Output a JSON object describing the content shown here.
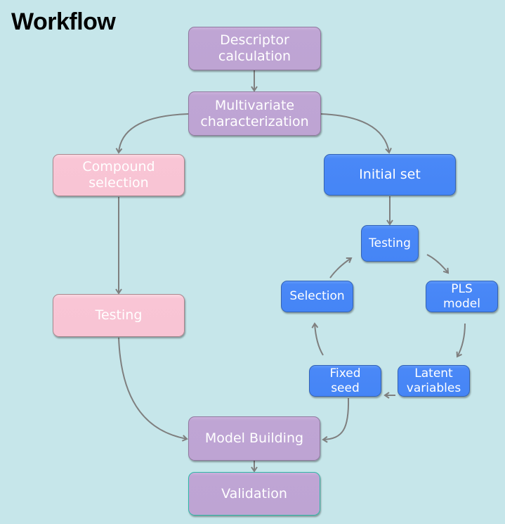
{
  "title": "Workflow",
  "colors": {
    "background": "#c6e6ea",
    "purple_node": "#bea4d3",
    "pink_node": "#f8c4d4",
    "blue_node": "#4585f6",
    "arrow": "#7f7f7f"
  },
  "nodes": {
    "descriptor_calculation": "Descriptor\ncalculation",
    "multivariate_characterization": "Multivariate\ncharacterization",
    "compound_selection": "Compound\nselection",
    "testing_left": "Testing",
    "initial_set": "Initial set",
    "testing_cycle": "Testing",
    "pls_model": "PLS\nmodel",
    "latent_variables": "Latent\nvariables",
    "fixed_seed": "Fixed\nseed",
    "selection": "Selection",
    "model_building": "Model Building",
    "validation": "Validation"
  },
  "edges": [
    {
      "from": "descriptor_calculation",
      "to": "multivariate_characterization"
    },
    {
      "from": "multivariate_characterization",
      "to": "compound_selection"
    },
    {
      "from": "multivariate_characterization",
      "to": "initial_set"
    },
    {
      "from": "compound_selection",
      "to": "testing_left"
    },
    {
      "from": "testing_left",
      "to": "model_building"
    },
    {
      "from": "initial_set",
      "to": "testing_cycle"
    },
    {
      "from": "testing_cycle",
      "to": "pls_model"
    },
    {
      "from": "pls_model",
      "to": "latent_variables"
    },
    {
      "from": "latent_variables",
      "to": "fixed_seed"
    },
    {
      "from": "fixed_seed",
      "to": "selection"
    },
    {
      "from": "selection",
      "to": "testing_cycle"
    },
    {
      "from": "fixed_seed",
      "to": "model_building"
    },
    {
      "from": "model_building",
      "to": "validation"
    }
  ]
}
